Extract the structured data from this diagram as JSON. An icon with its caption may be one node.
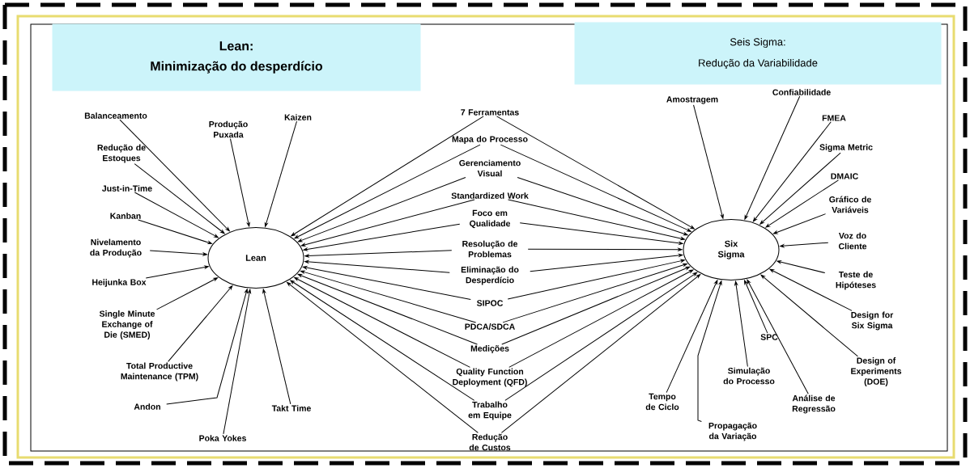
{
  "diagram": {
    "nodes": [
      {
        "text": [
          "Lean:",
          "Minimização do desperdício"
        ]
      },
      {
        "text": [
          "Seis Sigma:",
          "Redução da Variabilidade"
        ]
      },
      {
        "text": [
          "Lean"
        ]
      },
      {
        "text": [
          "Six Sigma"
        ]
      },
      {
        "text": [
          "Balanceamento"
        ]
      },
      {
        "text": [
          "Produção Puxada"
        ]
      },
      {
        "text": [
          "Kaizen"
        ]
      },
      {
        "text": [
          "Redução de Estoques"
        ]
      },
      {
        "text": [
          "Just-in-Time"
        ]
      },
      {
        "text": [
          "Kanban"
        ]
      },
      {
        "text": [
          "Nivelamento da Produção"
        ]
      },
      {
        "text": [
          "Heijunka Box"
        ]
      },
      {
        "text": [
          "Single Minute Exchange of Die (SMED)"
        ]
      },
      {
        "text": [
          "Total Productive Maintenance (TPM)"
        ]
      },
      {
        "text": [
          "Andon"
        ]
      },
      {
        "text": [
          "Takt Time"
        ]
      },
      {
        "text": [
          "Poka Yokes"
        ]
      },
      {
        "text": [
          "7 Ferramentas"
        ]
      },
      {
        "text": [
          "Mapa do Processo"
        ]
      },
      {
        "text": [
          "Gerenciamento Visual"
        ]
      },
      {
        "text": [
          "Standardized Work"
        ]
      },
      {
        "text": [
          "Foco em Qualidade"
        ]
      },
      {
        "text": [
          "Resolução de Problemas"
        ]
      },
      {
        "text": [
          "Eliminação do Desperdício"
        ]
      },
      {
        "text": [
          "SIPOC"
        ]
      },
      {
        "text": [
          "PDCA/SDCA"
        ]
      },
      {
        "text": [
          "Medições"
        ]
      },
      {
        "text": [
          "Quality Function Deployment (QFD)"
        ]
      },
      {
        "text": [
          "Trabalho em Equipe"
        ]
      },
      {
        "text": [
          "Redução de Custos"
        ]
      },
      {
        "text": [
          "Confiabilidade"
        ]
      },
      {
        "text": [
          "Amostragem"
        ]
      },
      {
        "text": [
          "FMEA"
        ]
      },
      {
        "text": [
          "Sigma Metric"
        ]
      },
      {
        "text": [
          "DMAIC"
        ]
      },
      {
        "text": [
          "Gráfico de Variáveis"
        ]
      },
      {
        "text": [
          "Voz do Cliente"
        ]
      },
      {
        "text": [
          "Teste de Hipóteses"
        ]
      },
      {
        "text": [
          "Design for Six Sigma"
        ]
      },
      {
        "text": [
          "SPC"
        ]
      },
      {
        "text": [
          "Simulação do Processo"
        ]
      },
      {
        "text": [
          "Design of Experiments (DOE)"
        ]
      },
      {
        "text": [
          "Tempo de Ciclo"
        ]
      },
      {
        "text": [
          "Análise de Regressão"
        ]
      },
      {
        "text": [
          "Propagação da Variação"
        ]
      }
    ],
    "edges": [
      {
        "from": 4,
        "to": 2,
        "arrow": "to"
      },
      {
        "from": 5,
        "to": 2,
        "arrow": "to"
      },
      {
        "from": 6,
        "to": 2,
        "arrow": "to"
      },
      {
        "from": 7,
        "to": 2,
        "arrow": "to"
      },
      {
        "from": 8,
        "to": 2,
        "arrow": "to"
      },
      {
        "from": 9,
        "to": 2,
        "arrow": "to"
      },
      {
        "from": 10,
        "to": 2,
        "arrow": "to"
      },
      {
        "from": 11,
        "to": 2,
        "arrow": "to"
      },
      {
        "from": 12,
        "to": 2,
        "arrow": "to"
      },
      {
        "from": 13,
        "to": 2,
        "arrow": "to"
      },
      {
        "from": 14,
        "to": 2,
        "arrow": "to"
      },
      {
        "from": 15,
        "to": 2,
        "arrow": "to"
      },
      {
        "from": 16,
        "to": 2,
        "arrow": "to"
      },
      {
        "from": 17,
        "to": 2,
        "arrow": "to"
      },
      {
        "from": 17,
        "to": 3,
        "arrow": "to"
      },
      {
        "from": 18,
        "to": 2,
        "arrow": "to"
      },
      {
        "from": 18,
        "to": 3,
        "arrow": "to"
      },
      {
        "from": 19,
        "to": 2,
        "arrow": "to"
      },
      {
        "from": 19,
        "to": 3,
        "arrow": "to"
      },
      {
        "from": 20,
        "to": 2,
        "arrow": "to"
      },
      {
        "from": 20,
        "to": 3,
        "arrow": "to"
      },
      {
        "from": 21,
        "to": 2,
        "arrow": "to"
      },
      {
        "from": 21,
        "to": 3,
        "arrow": "to"
      },
      {
        "from": 22,
        "to": 2,
        "arrow": "to"
      },
      {
        "from": 22,
        "to": 3,
        "arrow": "to"
      },
      {
        "from": 23,
        "to": 2,
        "arrow": "to"
      },
      {
        "from": 23,
        "to": 3,
        "arrow": "to"
      },
      {
        "from": 24,
        "to": 2,
        "arrow": "to"
      },
      {
        "from": 24,
        "to": 3,
        "arrow": "to"
      },
      {
        "from": 25,
        "to": 2,
        "arrow": "to"
      },
      {
        "from": 25,
        "to": 3,
        "arrow": "to"
      },
      {
        "from": 26,
        "to": 2,
        "arrow": "to"
      },
      {
        "from": 26,
        "to": 3,
        "arrow": "to"
      },
      {
        "from": 27,
        "to": 2,
        "arrow": "to"
      },
      {
        "from": 27,
        "to": 3,
        "arrow": "to"
      },
      {
        "from": 28,
        "to": 2,
        "arrow": "to"
      },
      {
        "from": 28,
        "to": 3,
        "arrow": "to"
      },
      {
        "from": 29,
        "to": 2,
        "arrow": "to"
      },
      {
        "from": 29,
        "to": 3,
        "arrow": "to"
      },
      {
        "from": 30,
        "to": 3,
        "arrow": "to"
      },
      {
        "from": 31,
        "to": 3,
        "arrow": "to"
      },
      {
        "from": 32,
        "to": 3,
        "arrow": "to"
      },
      {
        "from": 33,
        "to": 3,
        "arrow": "to"
      },
      {
        "from": 34,
        "to": 3,
        "arrow": "to"
      },
      {
        "from": 35,
        "to": 3,
        "arrow": "to"
      },
      {
        "from": 36,
        "to": 3,
        "arrow": "to"
      },
      {
        "from": 37,
        "to": 3,
        "arrow": "to"
      },
      {
        "from": 38,
        "to": 3,
        "arrow": "to"
      },
      {
        "from": 39,
        "to": 3,
        "arrow": "to"
      },
      {
        "from": 40,
        "to": 3,
        "arrow": "to"
      },
      {
        "from": 41,
        "to": 3,
        "arrow": "to"
      },
      {
        "from": 42,
        "to": 3,
        "arrow": "to"
      },
      {
        "from": 43,
        "to": 3,
        "arrow": "to"
      },
      {
        "from": 44,
        "to": 3,
        "arrow": "to"
      }
    ]
  }
}
